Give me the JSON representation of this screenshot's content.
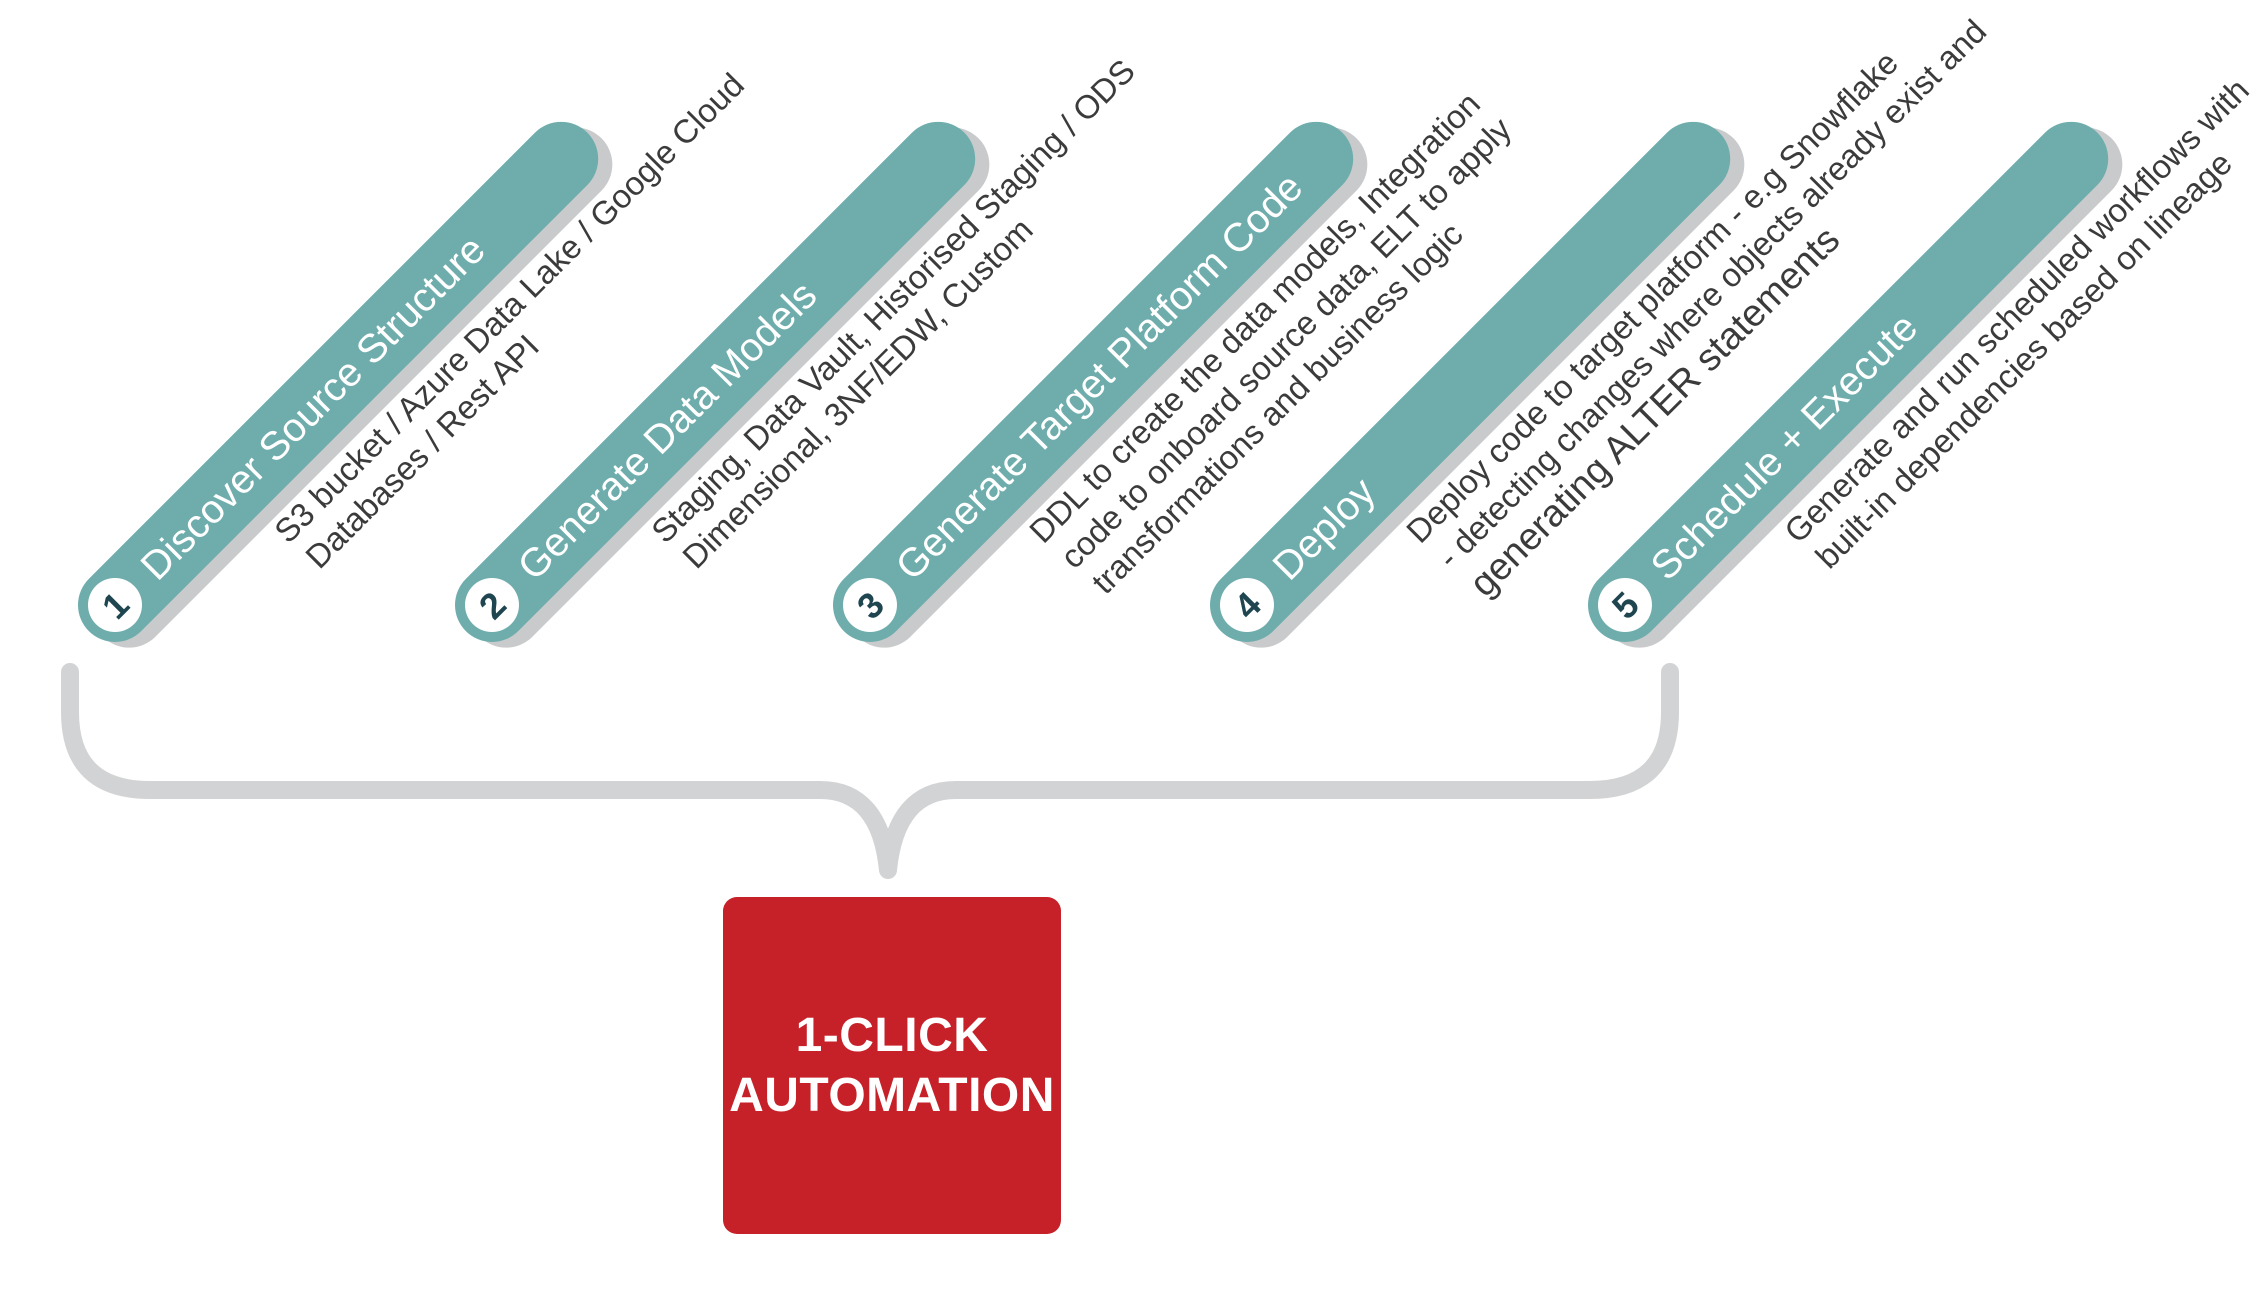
{
  "steps": [
    {
      "number": "1",
      "title": "Discover Source Structure",
      "description": [
        "S3 bucket / Azure Data Lake / Google Cloud",
        "Databases / Rest API"
      ]
    },
    {
      "number": "2",
      "title": "Generate Data Models",
      "description": [
        "Staging, Data Vault, Historised Staging / ODS",
        "Dimensional, 3NF/EDW, Custom"
      ]
    },
    {
      "number": "3",
      "title": "Generate Target Platform Code",
      "description": [
        "DDL to create the data models, Integration",
        "code to onboard source data, ELT to apply",
        "transformations and business logic"
      ]
    },
    {
      "number": "4",
      "title": "Deploy",
      "description": [
        "Deploy code to target platform - e.g Snowflake",
        "- detecting changes where objects already exist and",
        "generating ALTER statements"
      ]
    },
    {
      "number": "5",
      "title": "Schedule + Execute",
      "description": [
        "Generate and run scheduled workflows with",
        "built-in dependencies based on lineage"
      ]
    }
  ],
  "automation": {
    "line1": "1-CLICK",
    "line2": "AUTOMATION"
  },
  "colors": {
    "pill": "#6fadad",
    "pill_shadow": "#c9cacb",
    "badge_fill": "#ffffff",
    "badge_text": "#1f4650",
    "bracket": "#d2d3d4",
    "description_text": "#3b3b3b",
    "automation_box": "#c62128"
  }
}
